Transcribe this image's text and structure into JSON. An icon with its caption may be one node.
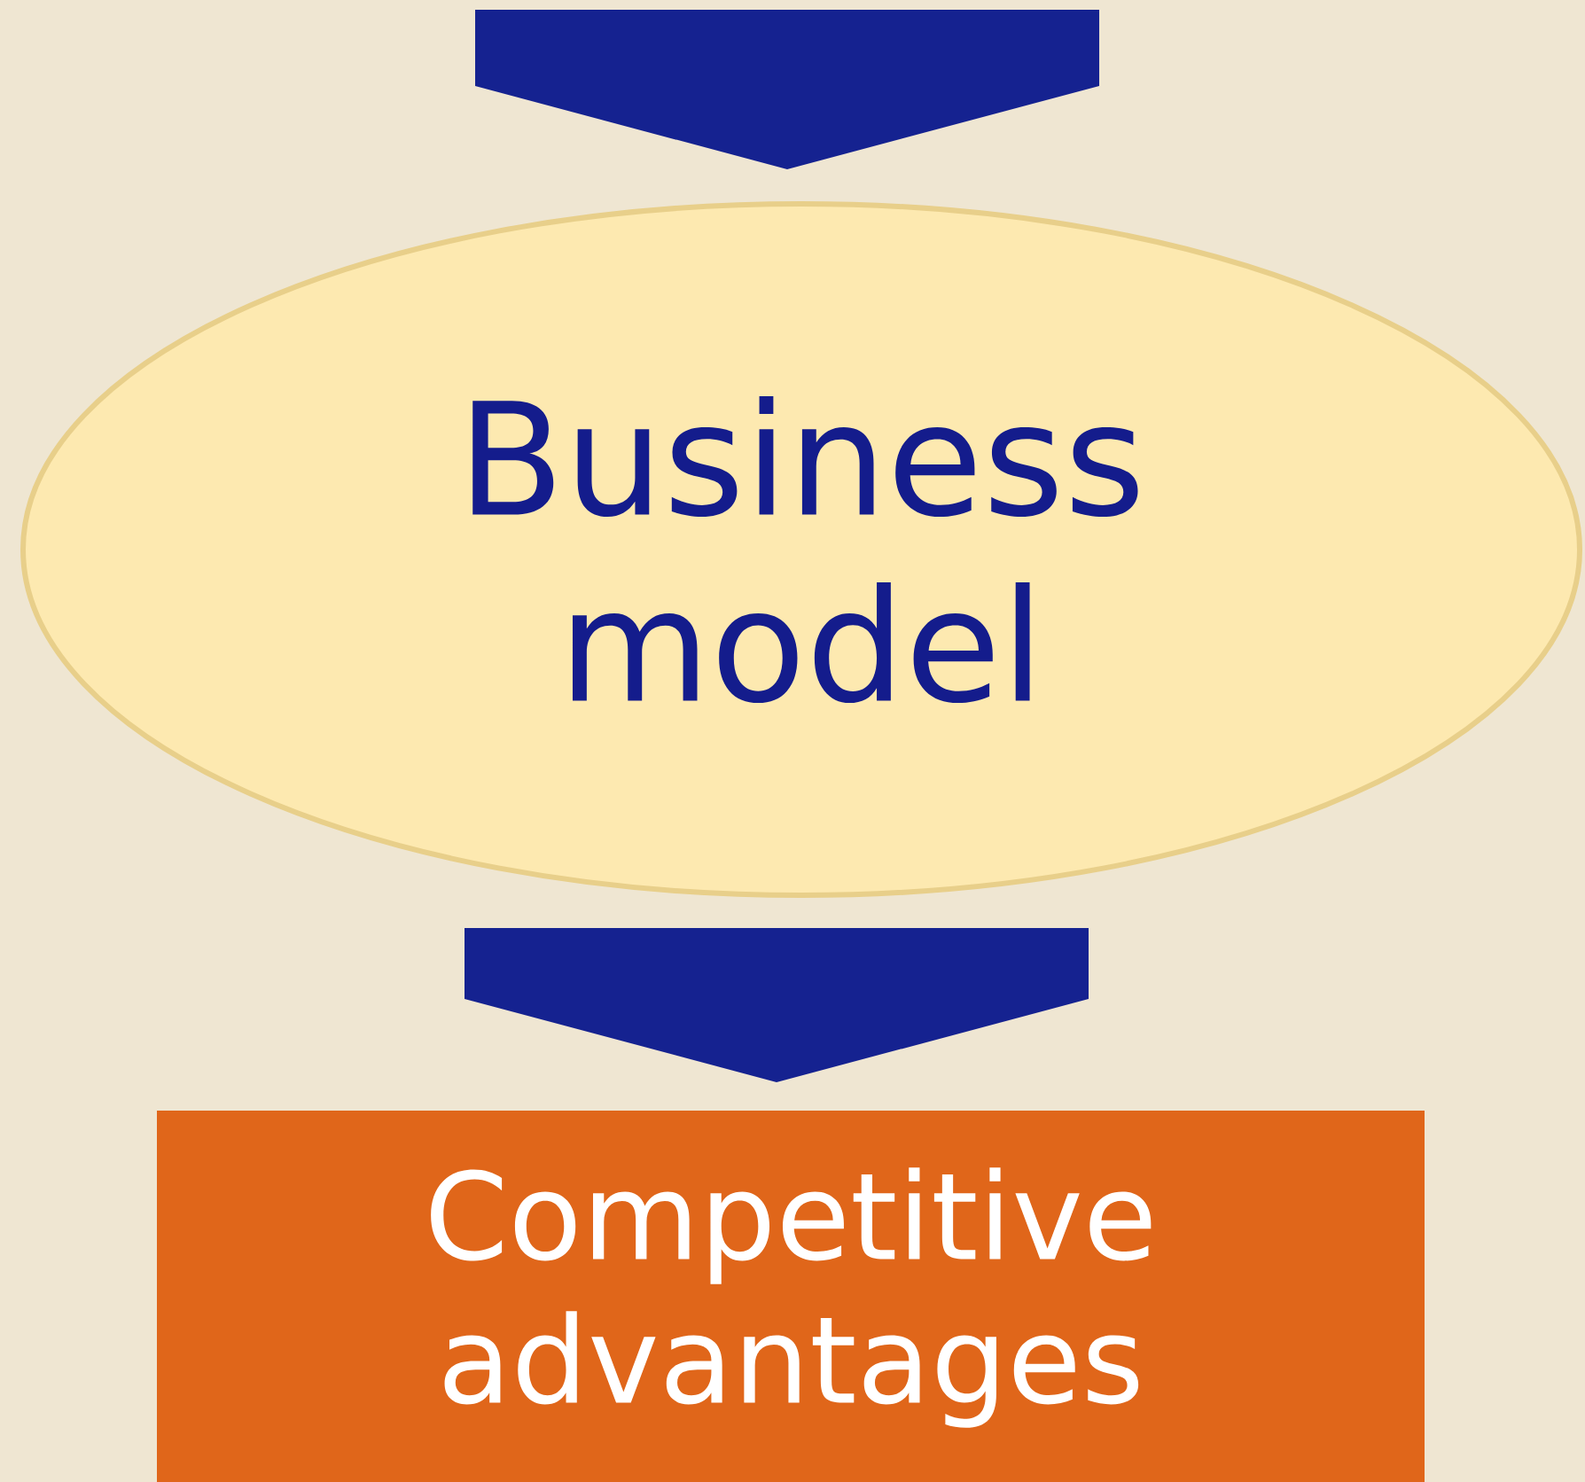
{
  "diagram": {
    "nodes": [
      {
        "text": [
          "Business model"
        ]
      },
      {
        "text": [
          "Competitive advantages"
        ]
      }
    ],
    "edges": [
      {
        "from": null,
        "to": 0,
        "arrow": "to"
      },
      {
        "from": 0,
        "to": 1,
        "arrow": "to"
      }
    ]
  }
}
